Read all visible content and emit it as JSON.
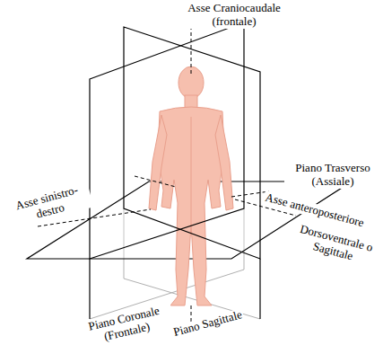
{
  "diagram": {
    "labels": [
      "Asse Craniocaudale (frontale)",
      "Piano Trasverso (Assiale)",
      "Asse sinistro-destro",
      "Asse anteroposteriore",
      "Dorsoventrale o Sagittale",
      "Piano Coronale (Frontale)",
      "Piano Sagittale"
    ]
  }
}
